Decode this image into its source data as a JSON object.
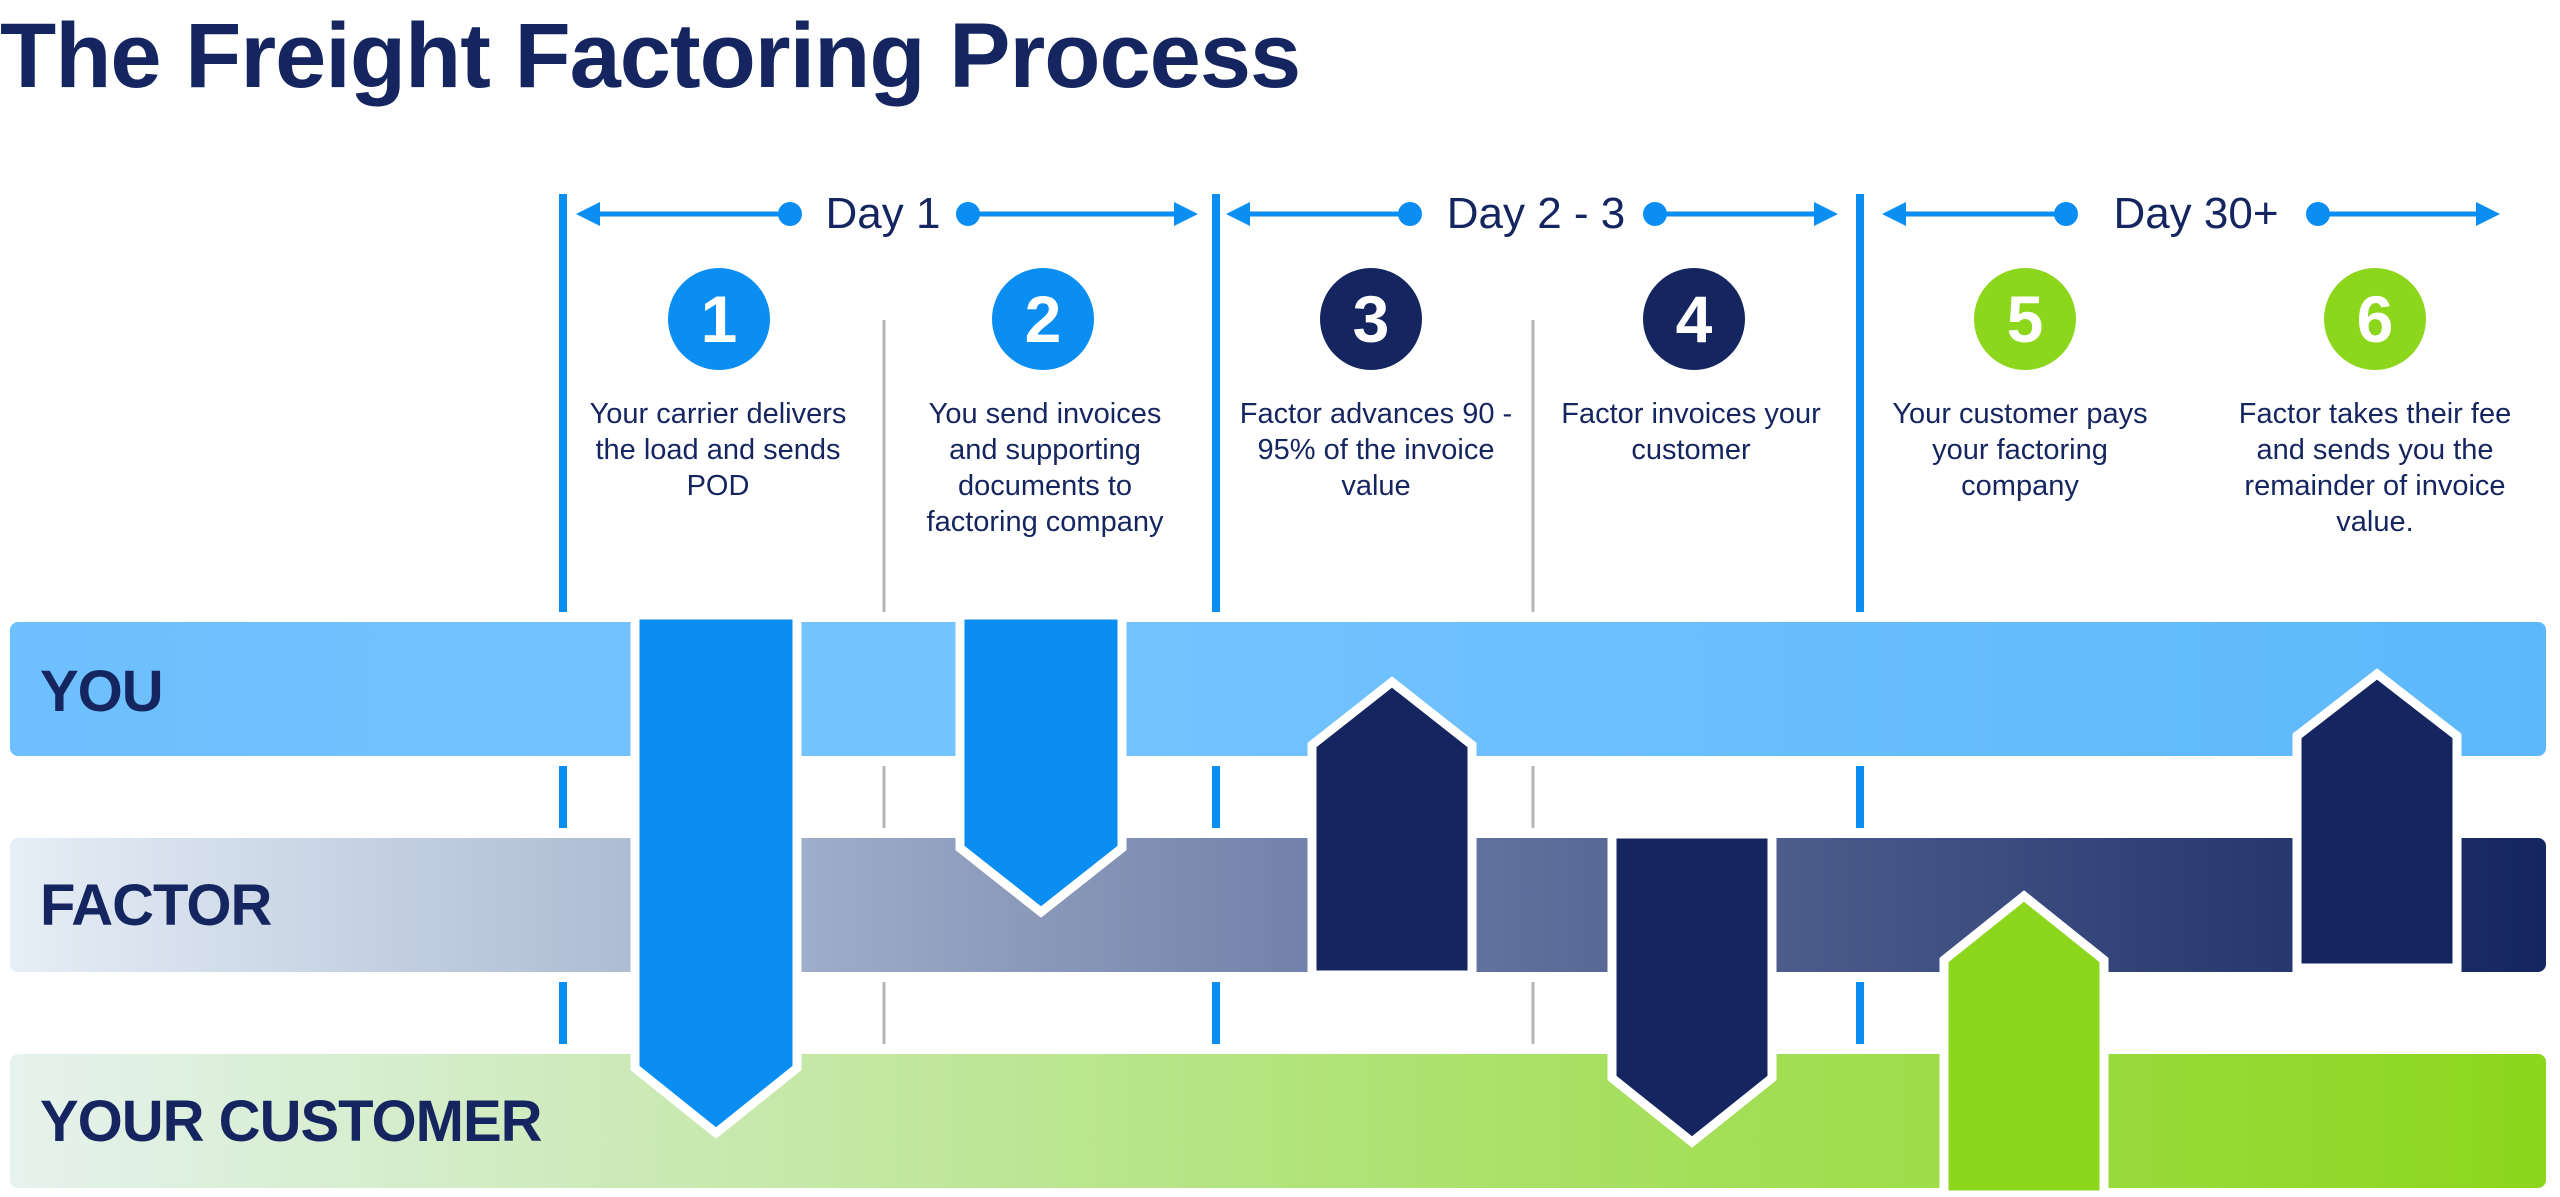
{
  "title": "The Freight Factoring Process",
  "periods": [
    {
      "label": "Day 1"
    },
    {
      "label": "Day 2 - 3"
    },
    {
      "label": "Day 30+"
    }
  ],
  "steps": [
    {
      "number": "1",
      "description": "Your carrier delivers the load and sends POD",
      "color": "#0a8ef2"
    },
    {
      "number": "2",
      "description": "You send invoices and supporting documents to factoring company",
      "color": "#0a8ef2"
    },
    {
      "number": "3",
      "description": "Factor advances 90 - 95% of the invoice value",
      "color": "#14255f"
    },
    {
      "number": "4",
      "description": "Factor invoices your customer",
      "color": "#14255f"
    },
    {
      "number": "5",
      "description": "Your customer pays your factoring company",
      "color": "#8cd61c"
    },
    {
      "number": "6",
      "description": "Factor takes their fee and sends you the remainder of invoice value.",
      "color": "#8cd61c"
    }
  ],
  "lanes": [
    {
      "label": "YOU"
    },
    {
      "label": "FACTOR"
    },
    {
      "label": "YOUR CUSTOMER"
    }
  ],
  "colors": {
    "navy": "#14255f",
    "blue": "#0a8ef2",
    "light_blue": "#66bcfc",
    "green": "#8cd61c"
  }
}
